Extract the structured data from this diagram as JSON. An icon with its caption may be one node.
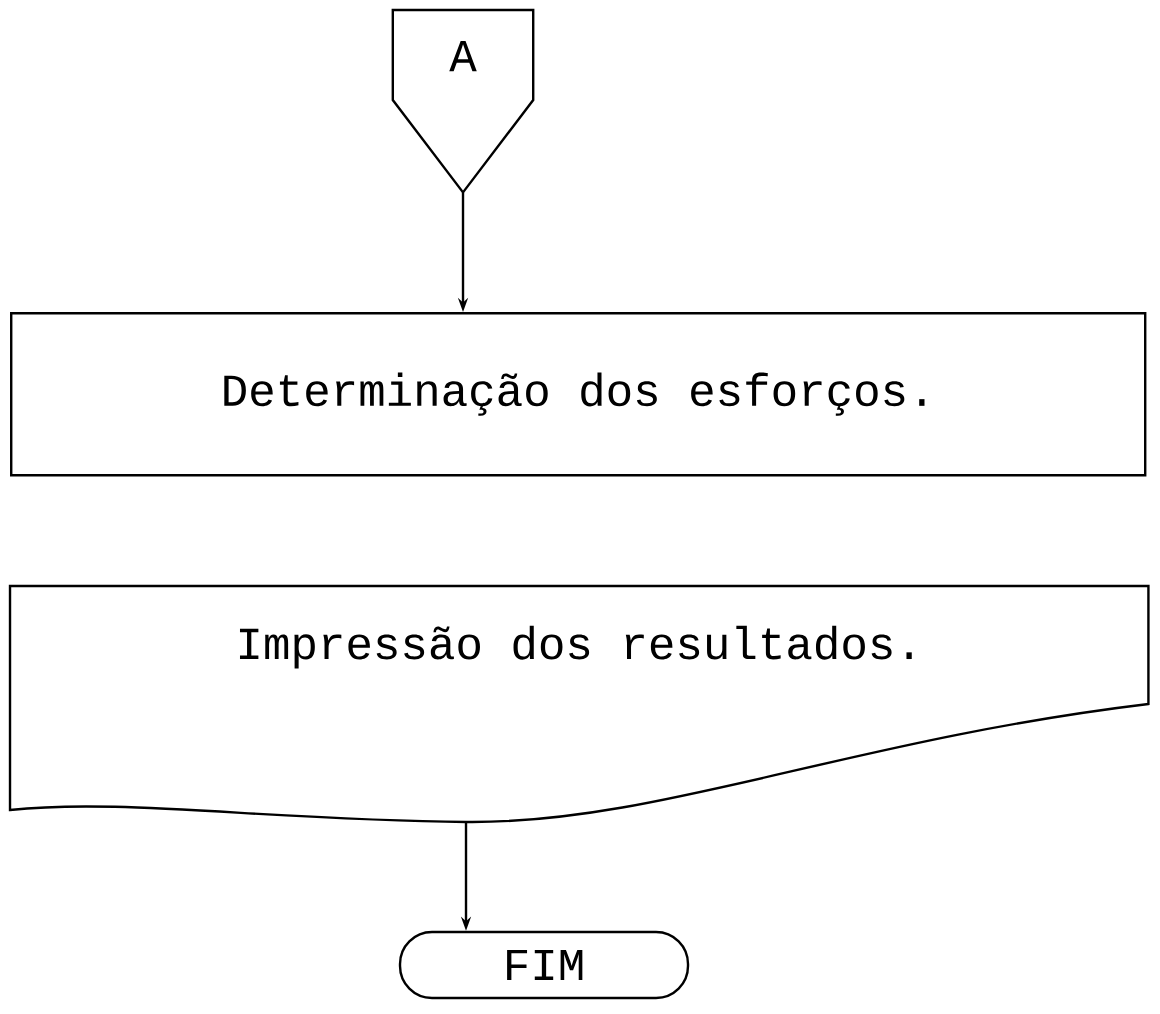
{
  "diagram": {
    "nodes": [
      {
        "text": [
          "A"
        ]
      },
      {
        "text": [
          "Determinação dos esforços."
        ]
      },
      {
        "text": [
          "Impressão dos resultados."
        ]
      },
      {
        "text": [
          "FIM"
        ]
      }
    ],
    "edges": [
      {
        "from": 0,
        "to": 1,
        "arrow": "to"
      },
      {
        "from": 2,
        "to": 3,
        "arrow": "to"
      }
    ]
  }
}
